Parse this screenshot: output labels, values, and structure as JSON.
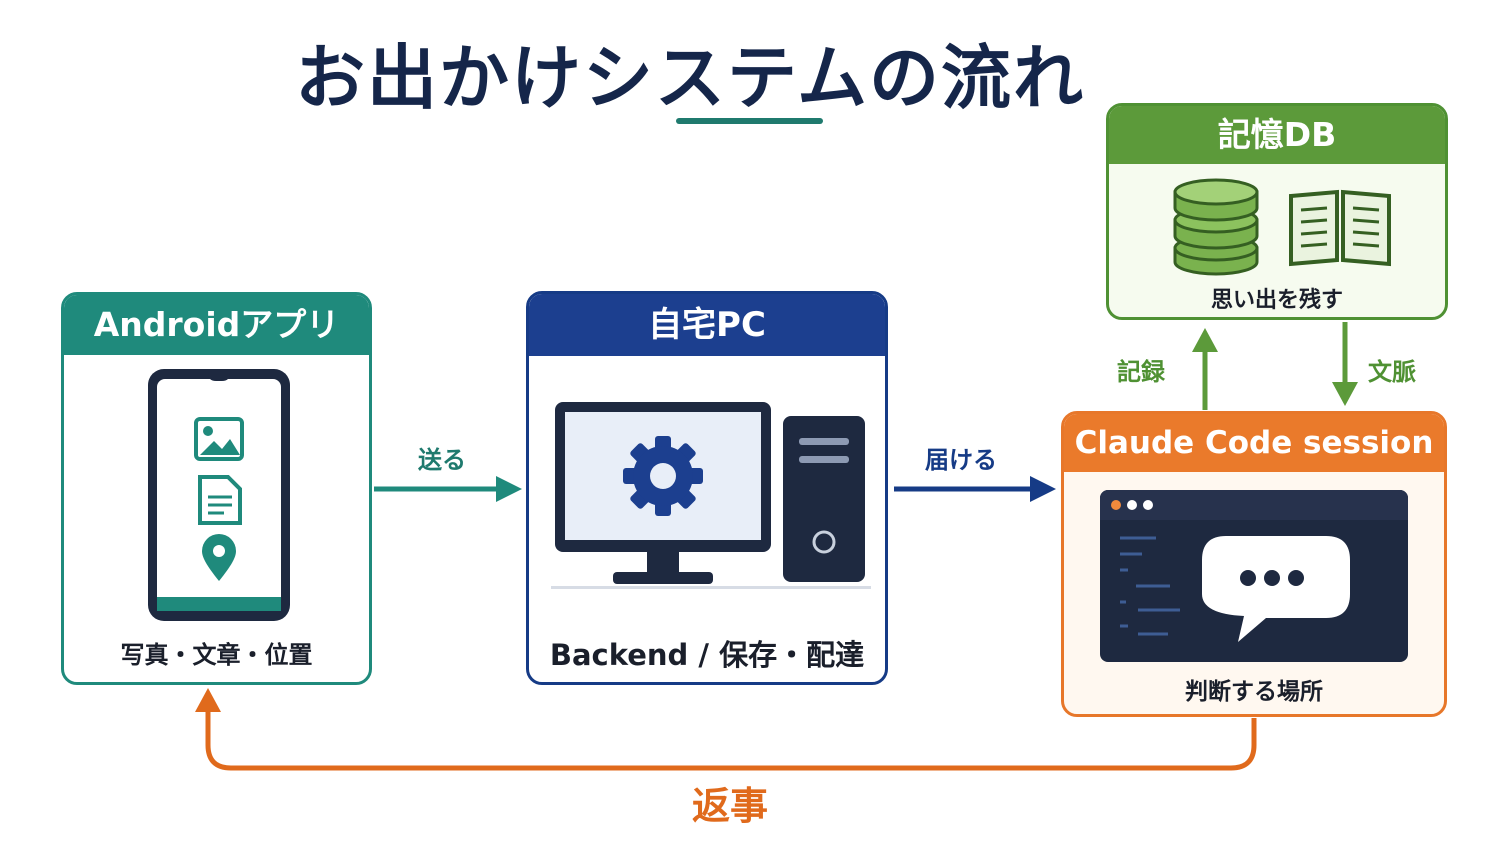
{
  "title": "お出かけシステムの流れ",
  "nodes": {
    "android": {
      "title": "Androidアプリ",
      "caption": "写真・文章・位置"
    },
    "pc": {
      "title": "自宅PC",
      "caption": "Backend / 保存・配達"
    },
    "memory_db": {
      "title": "記憶DB",
      "caption": "思い出を残す"
    },
    "session": {
      "title": "Claude Code session",
      "caption": "判断する場所"
    }
  },
  "edges": {
    "send": "送る",
    "deliver": "届ける",
    "record": "記録",
    "context": "文脈",
    "reply": "返事"
  },
  "colors": {
    "teal": "#1f8a7c",
    "navy": "#1c3f8f",
    "green": "#5c9a3a",
    "orange": "#ea7a2b",
    "title": "#15264a"
  },
  "icons": [
    "image-icon",
    "document-icon",
    "location-pin-icon",
    "gear-icon",
    "database-icon",
    "book-icon",
    "chat-bubble-icon"
  ]
}
